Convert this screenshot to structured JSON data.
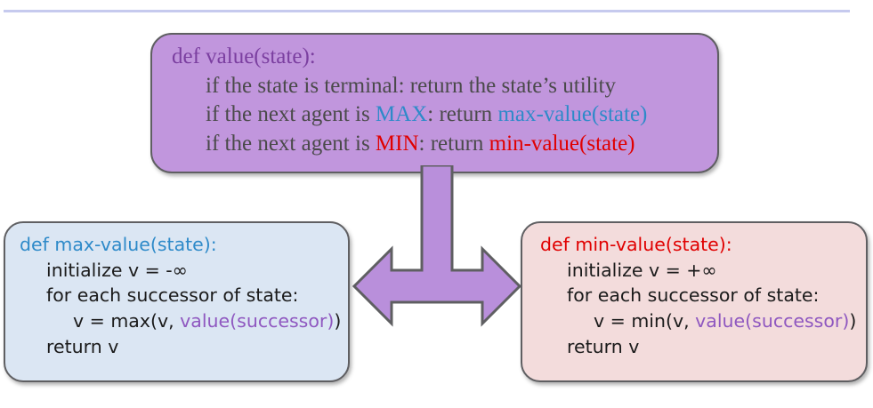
{
  "diagram": {
    "title": "Minimax value / max-value / min-value pseudocode",
    "divider": {
      "name": "top-rule",
      "color": "#c6caee"
    },
    "connector": {
      "name": "bidirectional-arrow",
      "kind": "double-headed-horizontal-arrow-with-stem",
      "color": "#b98fdb",
      "stroke": "#5f5f62"
    }
  },
  "nodes": {
    "value": {
      "name": "value-function-box",
      "fill": "#c196dd",
      "border": "#5f5f62",
      "lines": [
        {
          "indent": 0,
          "spans": [
            {
              "text": "def value(state):",
              "color": "#7b3fa0"
            }
          ]
        },
        {
          "indent": 1,
          "spans": [
            {
              "text": "if the state is terminal: return the state’s utility",
              "color": "#4a4a4a"
            }
          ]
        },
        {
          "indent": 1,
          "spans": [
            {
              "text": "if the next agent is ",
              "color": "#4a4a4a"
            },
            {
              "text": "MAX",
              "color": "#2e8ac9"
            },
            {
              "text": ": return ",
              "color": "#4a4a4a"
            },
            {
              "text": "max-value(state)",
              "color": "#2e8ac9"
            }
          ]
        },
        {
          "indent": 1,
          "spans": [
            {
              "text": "if the next agent is ",
              "color": "#4a4a4a"
            },
            {
              "text": "MIN",
              "color": "#e00000"
            },
            {
              "text": ": return ",
              "color": "#4a4a4a"
            },
            {
              "text": "min-value(state)",
              "color": "#e00000"
            }
          ]
        }
      ]
    },
    "max": {
      "name": "max-value-function-box",
      "fill": "#dbe6f3",
      "border": "#5f5f62",
      "lines": [
        {
          "indent": 0,
          "spans": [
            {
              "text": "def max-value(state):",
              "color": "#2e8ac9"
            }
          ]
        },
        {
          "indent": 1,
          "spans": [
            {
              "text": "initialize v = -∞",
              "color": "#1b1b1b"
            }
          ]
        },
        {
          "indent": 1,
          "spans": [
            {
              "text": "for each successor of state:",
              "color": "#1b1b1b"
            }
          ]
        },
        {
          "indent": 2,
          "spans": [
            {
              "text": "v = max(v, ",
              "color": "#1b1b1b"
            },
            {
              "text": "value(successor)",
              "color": "#8f58c0"
            },
            {
              "text": ")",
              "color": "#1b1b1b"
            }
          ]
        },
        {
          "indent": 1,
          "spans": [
            {
              "text": "return v",
              "color": "#1b1b1b"
            }
          ]
        }
      ]
    },
    "min": {
      "name": "min-value-function-box",
      "fill": "#f3dcdc",
      "border": "#5f5f62",
      "lines": [
        {
          "indent": 0,
          "spans": [
            {
              "text": "def min-value(state):",
              "color": "#e00000"
            }
          ]
        },
        {
          "indent": 1,
          "spans": [
            {
              "text": "initialize v = +∞",
              "color": "#1b1b1b"
            }
          ]
        },
        {
          "indent": 1,
          "spans": [
            {
              "text": "for each successor of state:",
              "color": "#1b1b1b"
            }
          ]
        },
        {
          "indent": 2,
          "spans": [
            {
              "text": "v = min(v, ",
              "color": "#1b1b1b"
            },
            {
              "text": "value(successor)",
              "color": "#8f58c0"
            },
            {
              "text": ")",
              "color": "#1b1b1b"
            }
          ]
        },
        {
          "indent": 1,
          "spans": [
            {
              "text": "return v",
              "color": "#1b1b1b"
            }
          ]
        }
      ]
    }
  }
}
